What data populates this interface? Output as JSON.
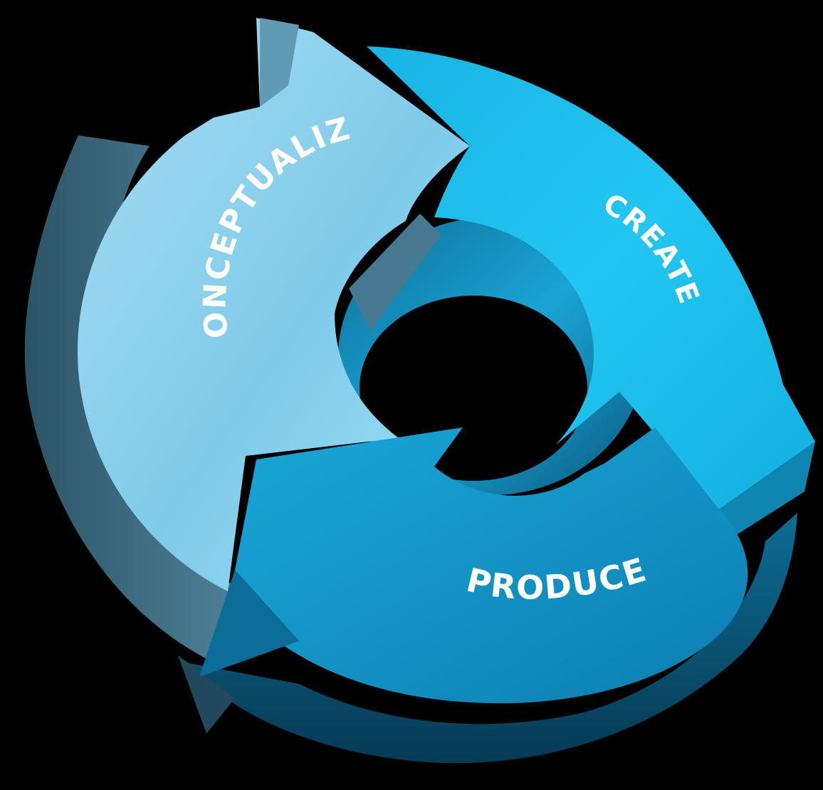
{
  "diagram": {
    "type": "cycle",
    "background_color": "#000000",
    "steps": [
      {
        "label": "CONCEPTUALIZE",
        "color": "#8fd2ee",
        "side_color": "#3e6f84"
      },
      {
        "label": "CREATE",
        "color": "#1ec0ec",
        "side_color": "#0d6f8f"
      },
      {
        "label": "PRODUCE",
        "color": "#169fd0",
        "side_color": "#0a5677"
      }
    ]
  }
}
